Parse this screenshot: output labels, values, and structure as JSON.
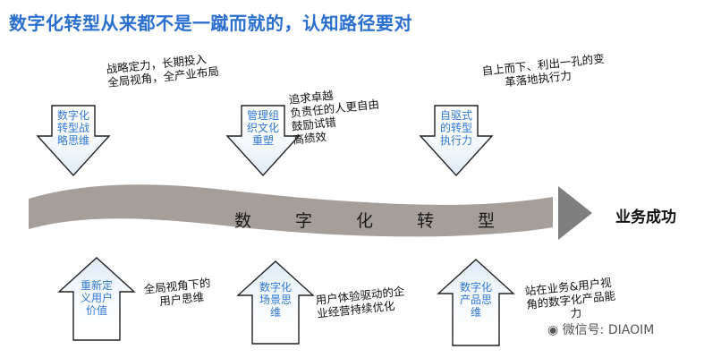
{
  "title": "数字化转型从来都不是一蹴而就的，认知路径要对",
  "band": {
    "chars": [
      "数",
      "字",
      "化",
      "转",
      "型"
    ]
  },
  "goal": "业务成功",
  "top_arrows": [
    {
      "label": "数字化转型战略思维",
      "note_lines": [
        "战略定力，长期投入",
        "全局视角，全产业布局"
      ]
    },
    {
      "label": "管理组织文化重塑",
      "note_lines": [
        "追求卓越",
        "负责任的人更自由",
        "鼓励试错",
        "高绩效"
      ]
    },
    {
      "label": "自驱式的转型执行力",
      "note_lines": [
        "自上而下、利出一孔的变",
        "革落地执行力"
      ]
    }
  ],
  "bottom_arrows": [
    {
      "label": "重新定义用户价值",
      "note_lines": [
        "全局视角下的",
        "用户思维"
      ]
    },
    {
      "label": "数字化场景思维",
      "note_lines": [
        "用户体验驱动的企",
        "业经营持续优化"
      ]
    },
    {
      "label": "数字化产品思维",
      "note_lines": [
        "站在业务&用户视",
        "角的数字化产品能",
        "力"
      ]
    }
  ],
  "watermark": "微信号: DIAOIM",
  "colors": {
    "title": "#2a6fd0",
    "band": "#a69e98",
    "label": "#2f78d2",
    "band_end": "#7f7f7f"
  }
}
